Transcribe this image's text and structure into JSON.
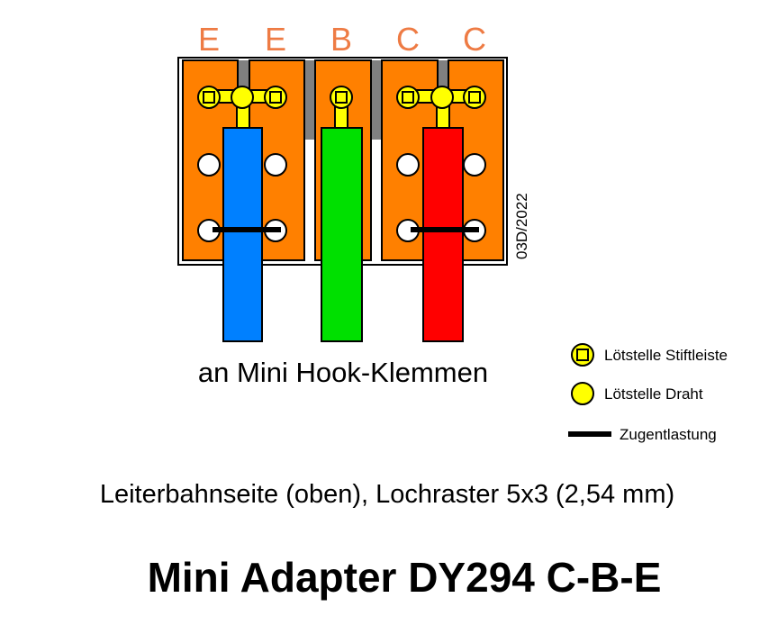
{
  "pin_labels": [
    "E",
    "E",
    "B",
    "C",
    "C"
  ],
  "subtitle": "an Mini Hook-Klemmen",
  "revision_code": "03D/2022",
  "legend": {
    "pad_square": "Lötstelle Stiftleiste",
    "pad_round": "Lötstelle Draht",
    "strain_relief": "Zugentlastung"
  },
  "description": "Leiterbahnseite (oben), Lochraster 5x3 (2,54 mm)",
  "title": "Mini Adapter DY294 C-B-E",
  "colors": {
    "pin_label": "#ee7b44",
    "copper": "#ff8000",
    "gap": "#808080",
    "solder": "#ffff00",
    "wire_emitter": "#0080ff",
    "wire_base": "#00e000",
    "wire_collector": "#ff0000",
    "strain_relief": "#000000"
  }
}
